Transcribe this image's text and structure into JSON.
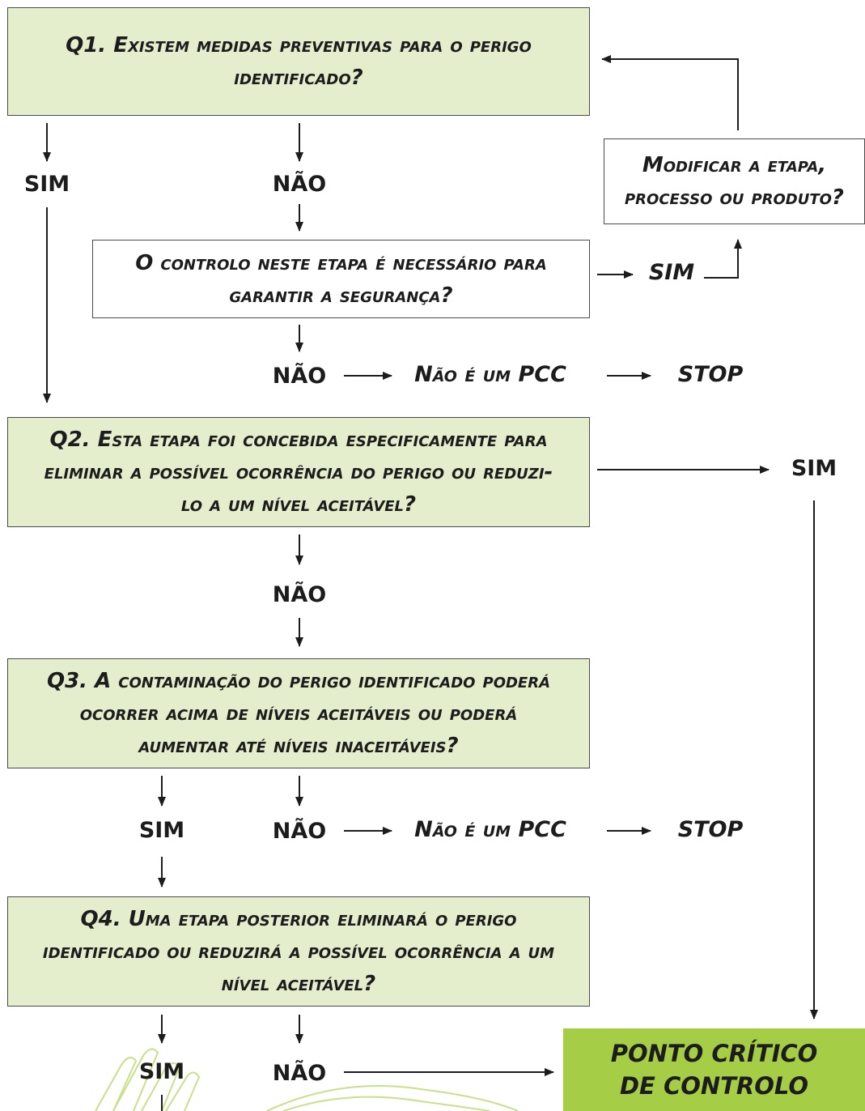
{
  "q1": {
    "label": "Q1. Existem medidas preventivas para o perigo identificado?"
  },
  "modify": {
    "label": "Modificar a etapa, processo ou produto?"
  },
  "control": {
    "label": "O controlo neste etapa é necessário para garantir a segurança?"
  },
  "q2": {
    "label": "Q2. Esta etapa foi concebida especificamente para eliminar a possível ocorrência do perigo ou reduzi-lo a um nível aceitável?"
  },
  "q3": {
    "label": "Q3. A contaminação do perigo identificado poderá ocorrer acima de níveis aceitáveis ou poderá aumentar até níveis inaceitáveis?"
  },
  "q4": {
    "label": "Q4. Uma etapa posterior eliminará o perigo identificado ou reduzirá a possível ocorrência a um nível aceitável?"
  },
  "pcc": {
    "line1": "PONTO CRÍTICO",
    "line2": "DE CONTROLO"
  },
  "labels": {
    "sim": "SIM",
    "nao": "NÃO",
    "nao_pcc": "Não é um PCC",
    "stop": "STOP"
  },
  "colors": {
    "question_fill": "#e4eecc",
    "pcc_fill": "#a6cd46",
    "watermark": "#c9e08a"
  }
}
